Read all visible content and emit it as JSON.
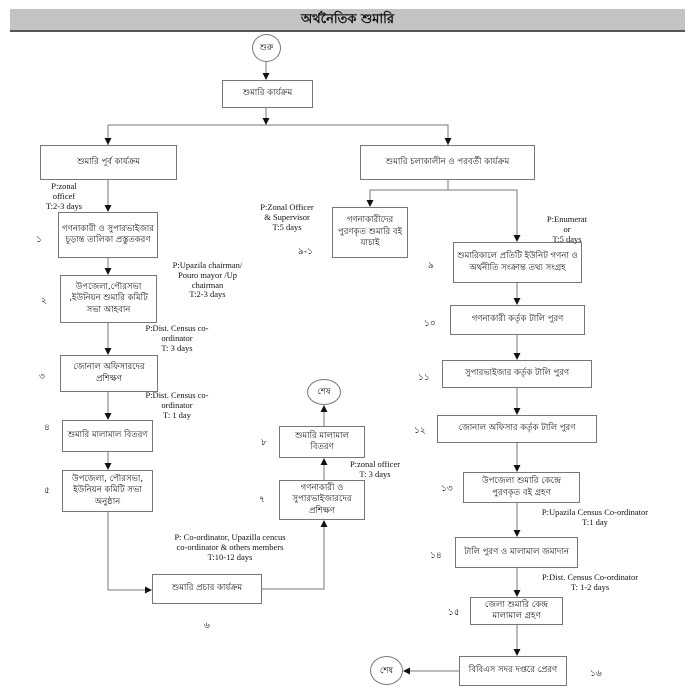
{
  "title": "অর্থনৈতিক শুমারি",
  "start": "শুরু",
  "end_label": "শেষ",
  "root": "শুমারি কার্যক্রম",
  "branches": {
    "pre": "শুমারি পূর্ব কার্যক্রম",
    "during_post": "শুমারি চলাকালীন  ও পরবর্তী কার্যক্রম"
  },
  "steps": {
    "s1": {
      "num": "১",
      "text": "গণনাকারী ও সুপারভাইজার চূড়ান্ত তালিকা প্রস্তুতকরণ"
    },
    "s2": {
      "num": "২",
      "text": "উপজেলা,পৌরসভা ,ইউনিয়ন শুমারি কমিটি সভা আহবান"
    },
    "s3": {
      "num": "৩",
      "text": "জোনাল অফিসারদের প্রশিক্ষণ"
    },
    "s4": {
      "num": "৪",
      "text": "শুমারি মালামাল বিতরণ"
    },
    "s5": {
      "num": "৫",
      "text": "উপজেলা, পৌরসভা, ইউনিয়ন কমিটি সভা অনুষ্ঠান"
    },
    "s6": {
      "num": "৬",
      "text": "শুমারি প্রচার কার্যক্রম"
    },
    "s7": {
      "num": "৭",
      "text": "গণনাকারী ও সুপারভাইজারদের প্রশিক্ষণ"
    },
    "s8": {
      "num": "৮",
      "text": "শুমারি মালামাল বিতরণ"
    },
    "s9_1": {
      "num": "৯-১",
      "text": "গণনাকারীদের পুরণকৃত শুমারি বই যাচাই"
    },
    "s9": {
      "num": "৯",
      "text": "শুমারিকালে প্রতিটি ইউনিট গণনা ও অর্থনীতি সংক্রান্ত তথ্য সংগ্রহ"
    },
    "s10": {
      "num": "১০",
      "text": "গণনাকারী কর্তৃক টালি পুরণ"
    },
    "s11": {
      "num": "১১",
      "text": "সুপারভাইজার কর্তৃক টালি পুরণ"
    },
    "s12": {
      "num": "১২",
      "text": "জোনাল অফিসার কর্তৃক টালি পুরণ"
    },
    "s13": {
      "num": "১৩",
      "text": "উপজেলা শুমারি কেন্দ্রে পুরণকৃত বই গ্রহণ"
    },
    "s14": {
      "num": "১৪",
      "text": "টালি পুরণ ও মালামাল জমাদান"
    },
    "s15": {
      "num": "১৫",
      "text": "জেলা শুমারি কেন্দ্র মালামাল গ্রহণ"
    },
    "s16": {
      "num": "১৬",
      "text": "বিবিএস সদর দপ্তরে প্রেরণ"
    }
  },
  "notes": {
    "n1": "P:zonal\nofficef\nT:2-3 days",
    "n2": "P:Upazila chairman/\nPouro mayor /Up\nchairman\nT:2-3 days",
    "n3": "P:Dist. Census  co-\nordinator\nT: 3 days",
    "n4": "P:Dist. Census  co-\nordinator\nT: 1 day",
    "n6": "P: Co-ordinator, Upazilla cencus\nco-ordinator &  others members\nT:10-12 days",
    "n7": "P:zonal officer\nT: 3 days",
    "n9_1": "P:Zonal Officer\n& Supervisor\nT:5 days",
    "n9": "P:Enumerat\nor\nT:5 days",
    "n13": "P:Upazila Census Co-ordinator\nT:1 day",
    "n14": "P:Dist.  Census Co-ordinator\nT: 1-2 days"
  },
  "colors": {
    "title_bg": "#c3c3c3",
    "line": "#777777"
  }
}
